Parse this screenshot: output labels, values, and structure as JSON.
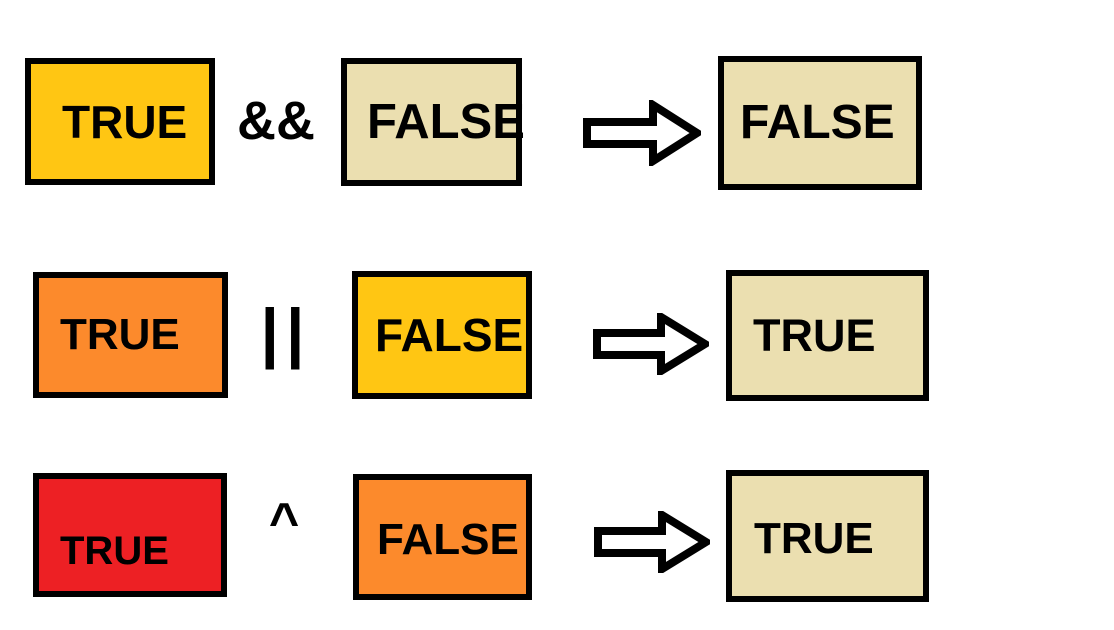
{
  "diagram": {
    "title": "Boolean logical operator evaluation",
    "colors": {
      "gold": "#FFC613",
      "beige": "#EBDFB0",
      "orange": "#FC8A2C",
      "red": "#ED2024",
      "outline": "#000000",
      "background": "#FFFFFF"
    },
    "arrow_icon": "right-block-arrow-icon",
    "rows": [
      {
        "operand_left": "TRUE",
        "operator": "&&",
        "operator_name": "logical-and",
        "operand_right": "FALSE",
        "result": "FALSE",
        "left_color": "#FFC613",
        "right_color": "#EBDFB0",
        "result_color": "#EBDFB0"
      },
      {
        "operand_left": "TRUE",
        "operator": "||",
        "operator_name": "logical-or",
        "operand_right": "FALSE",
        "result": "TRUE",
        "left_color": "#FC8A2C",
        "right_color": "#FFC613",
        "result_color": "#EBDFB0"
      },
      {
        "operand_left": "TRUE",
        "operator": "^",
        "operator_name": "logical-xor",
        "operand_right": "FALSE",
        "result": "TRUE",
        "left_color": "#ED2024",
        "right_color": "#FC8A2C",
        "result_color": "#EBDFB0"
      }
    ]
  }
}
